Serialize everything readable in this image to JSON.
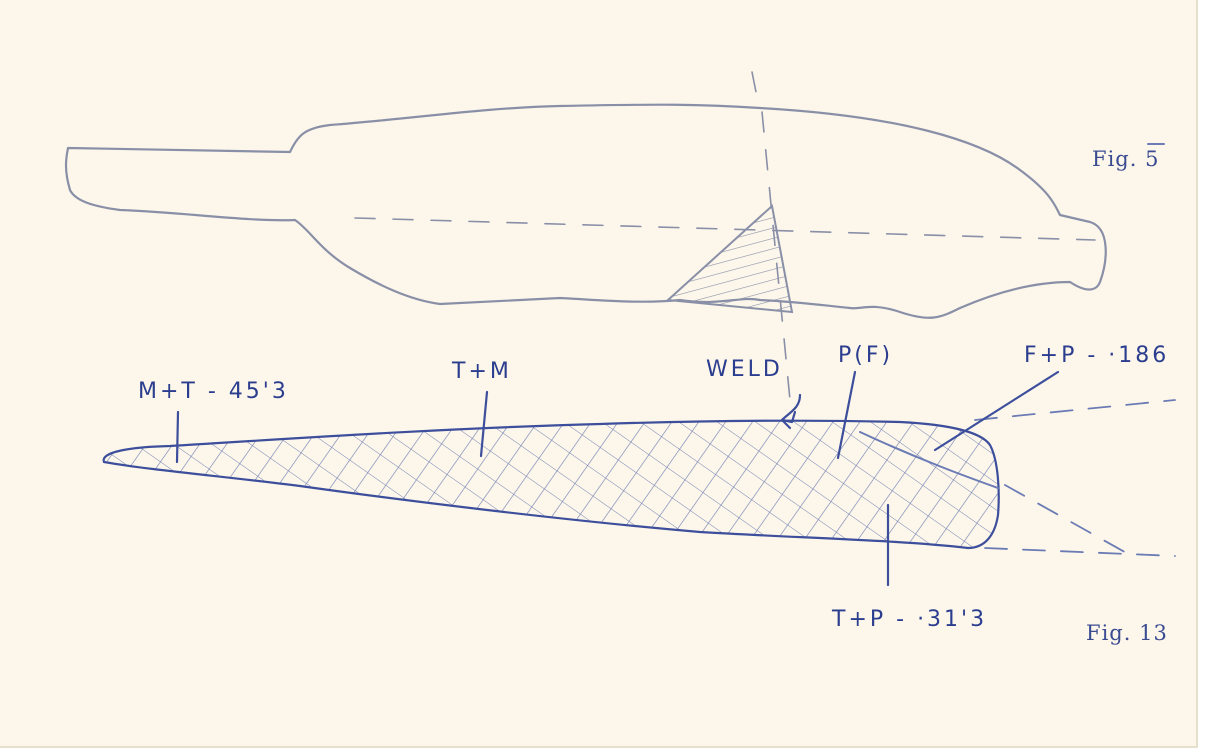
{
  "figures": {
    "fig5": {
      "label": "Fig. 5"
    },
    "fig13": {
      "label": "Fig. 13"
    }
  },
  "annotations": [
    {
      "id": "mt",
      "text": "M+T - 45'3"
    },
    {
      "id": "tm",
      "text": "T+M"
    },
    {
      "id": "weld",
      "text": "WELD"
    },
    {
      "id": "pf",
      "text": "P(F)"
    },
    {
      "id": "fp",
      "text": "F+P - ·186"
    },
    {
      "id": "tp",
      "text": "T+P - ·31'3"
    }
  ],
  "colors": {
    "paper": "#fcf7ea",
    "ink": "#3d4f9c",
    "pencil": "#8a8fa8"
  }
}
